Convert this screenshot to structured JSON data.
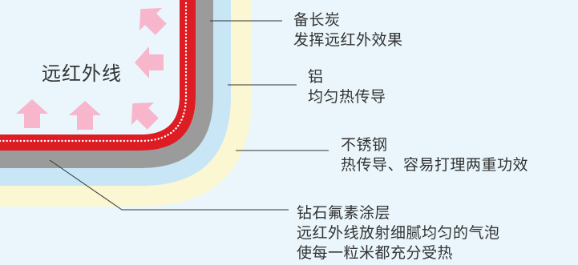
{
  "diagram": {
    "far_infrared_label": "远红外线",
    "callouts": [
      {
        "id": "charcoal",
        "lines": [
          "备长炭",
          "发挥远红外效果"
        ]
      },
      {
        "id": "aluminum",
        "lines": [
          "铝",
          "均匀热传导"
        ]
      },
      {
        "id": "stainless",
        "lines": [
          "不锈钢",
          "热传导、容易打理两重功效"
        ]
      },
      {
        "id": "diamond",
        "lines": [
          "钻石氟素涂层",
          "远红外线放射细腻均匀的气泡",
          "使每一粒米都充分受热"
        ]
      }
    ],
    "colors": {
      "background": "#eaf6fb",
      "charcoal_layer": "#dd1c24",
      "aluminum_layer": "#9b9b9b",
      "stainless_layer": "#c8e6f6",
      "coating_layer": "#fbf7d3",
      "arrow": "#f7b6cc",
      "leader_line": "#333333"
    },
    "icons": [
      "arrow-up-icon",
      "arrow-left-icon",
      "arrow-up-left-icon"
    ]
  }
}
